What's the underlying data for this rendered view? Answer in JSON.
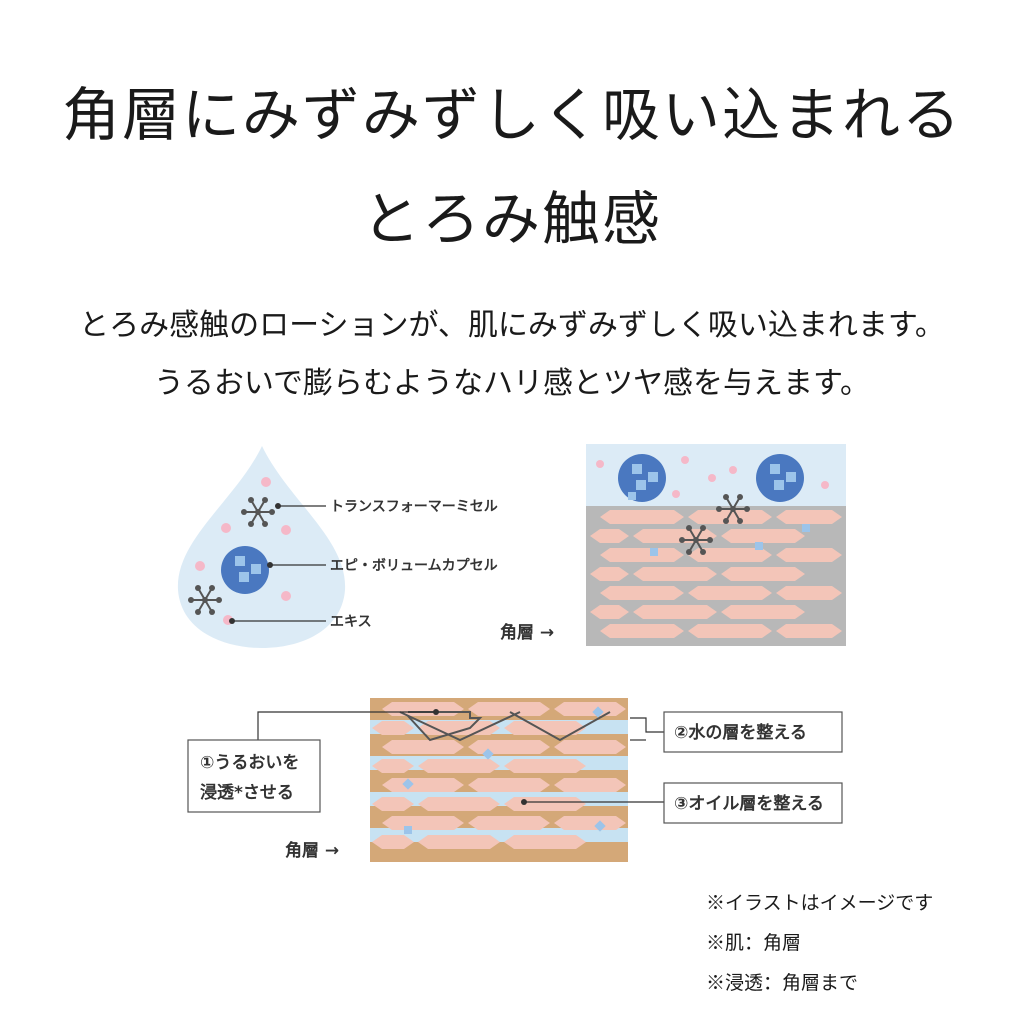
{
  "headline": {
    "line1": "角層にみずみずしく吸い込まれる",
    "line2": "とろみ触感"
  },
  "description": {
    "line1": "とろみ感触のローションが、肌にみずみずしく吸い込まれます。",
    "line2": "うるおいで膨らむようなハリ感とツヤ感を与えます。"
  },
  "diagram_top_left": {
    "labels": [
      "トランスフォーマーミセル",
      "エピ・ボリュームカプセル",
      "エキス"
    ]
  },
  "diagram_top_right": {
    "layer_label": "角層 →"
  },
  "diagram_bottom": {
    "layer_label": "角層 →",
    "box1_line1": "①うるおいを",
    "box1_line2": "浸透*させる",
    "box2": "②水の層を整える",
    "box3": "③オイル層を整える"
  },
  "notes": [
    "※イラストはイメージです",
    "※肌：角層",
    "※浸透：角層まで"
  ],
  "colors": {
    "drop": "#dcebf6",
    "capsule": "#4a78c0",
    "cell": "#f3c5b8",
    "lipid": "#d4a878",
    "gray_lipid": "#b8b8b8",
    "water_layer": "#c7e2f2",
    "dot_pink": "#f5b8c8"
  }
}
